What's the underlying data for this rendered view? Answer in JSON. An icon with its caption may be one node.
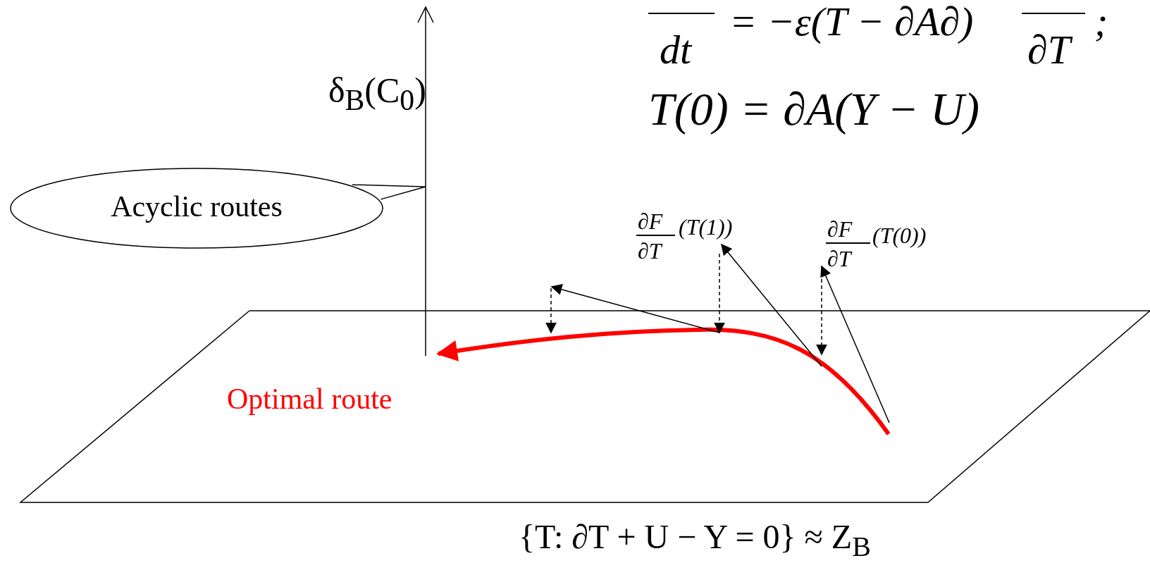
{
  "diagram": {
    "nodes": [
      {
        "text": [
          "Acyclic routes"
        ]
      }
    ],
    "labels": [
      "= −ε(T − ∂A∂)",
      ";",
      "dt",
      "∂T",
      "T(0) = ∂A(Y − U)",
      "δ$_{B}$(C$_{0}$)",
      "∂F",
      "(T(1))",
      "∂T",
      "∂F",
      "(T(0))",
      "∂T",
      "Optimal route",
      "{T: ∂T + U − Y = 0} ≈ Z$_{B}$"
    ]
  }
}
